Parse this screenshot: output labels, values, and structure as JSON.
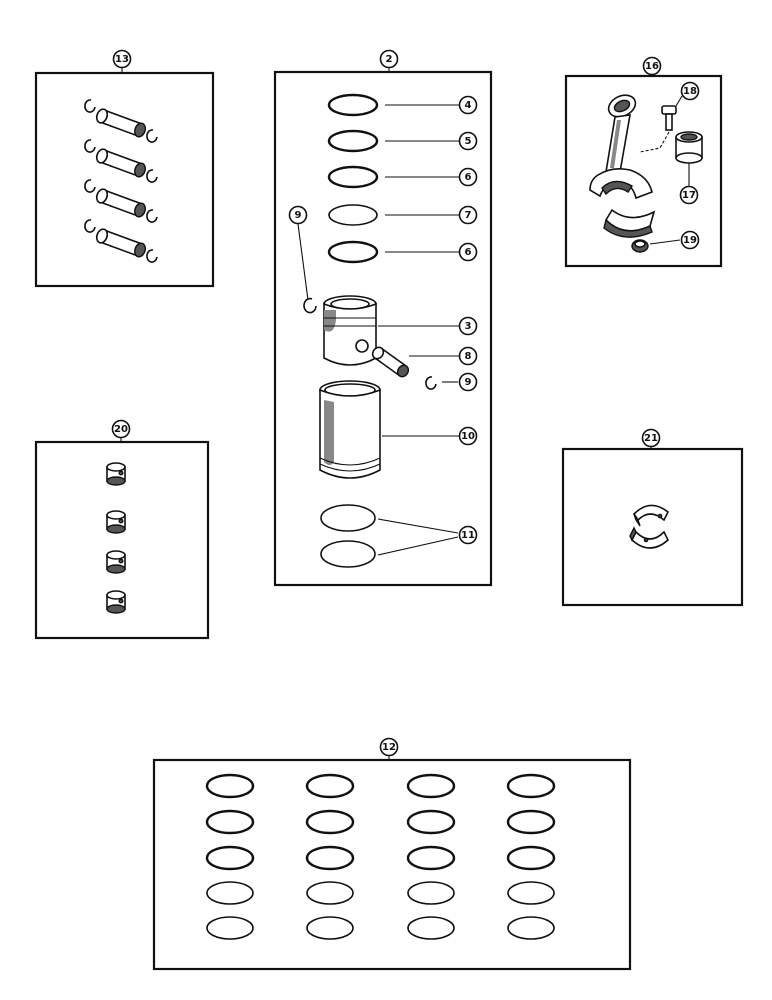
{
  "callouts": {
    "c13": "13",
    "c2": "2",
    "c16": "16",
    "c20": "20",
    "c21": "21",
    "c12": "12",
    "c4": "4",
    "c5": "5",
    "c6a": "6",
    "c7": "7",
    "c6b": "6",
    "c9a": "9",
    "c3": "3",
    "c8": "8",
    "c9b": "9",
    "c10": "10",
    "c11": "11",
    "c18": "18",
    "c17": "17",
    "c19": "19"
  },
  "icons": {
    "ring": "piston-ring-icon",
    "pin": "piston-pin-icon",
    "clip": "snap-ring-icon",
    "bushing": "bushing-icon",
    "bearing": "bearing-shell-icon"
  }
}
